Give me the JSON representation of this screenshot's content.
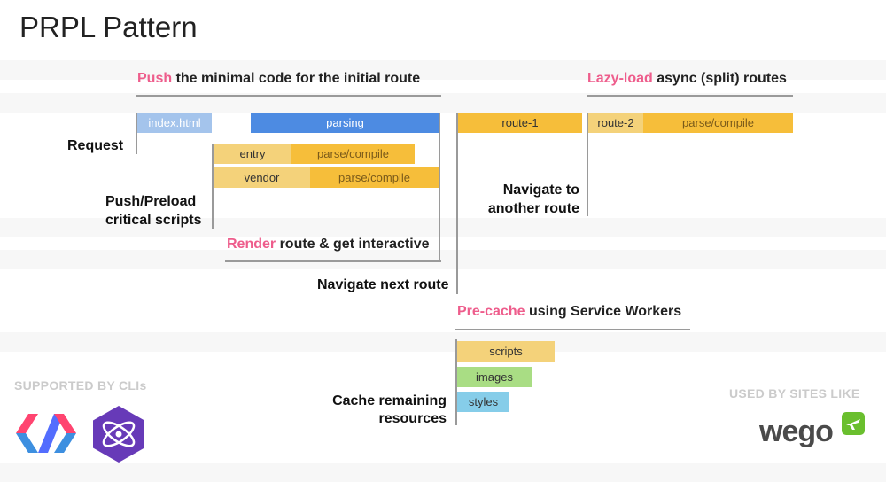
{
  "title": "PRPL Pattern",
  "headings": {
    "push": {
      "accent": "Push",
      "rest": " the minimal code for the initial route"
    },
    "lazy": {
      "accent": "Lazy-load",
      "rest": " async (split) routes"
    },
    "render": {
      "accent": "Render",
      "rest": " route & get interactive"
    },
    "precache": {
      "accent": "Pre-cache",
      "rest": " using Service Workers"
    }
  },
  "labels": {
    "request": "Request",
    "push_preload_1": "Push/Preload",
    "push_preload_2": "critical scripts",
    "navigate_next": "Navigate next route",
    "navigate_another_1": "Navigate to",
    "navigate_another_2": "another route",
    "cache_remaining_1": "Cache remaining",
    "cache_remaining_2": "resources"
  },
  "segments": {
    "index_html": "index.html",
    "parsing": "parsing",
    "entry": "entry",
    "entry_parse": "parse/compile",
    "vendor": "vendor",
    "vendor_parse": "parse/compile",
    "route1": "route-1",
    "route2": "route-2",
    "route2_parse": "parse/compile",
    "scripts": "scripts",
    "images": "images",
    "styles": "styles"
  },
  "colors": {
    "accent": "#ee5d8c",
    "blue": "#4d8be2",
    "blue_light": "#a4c4ec",
    "yellow": "#f6be3a",
    "yellow_light": "#f4d27a",
    "green": "#a9dd84",
    "cyan": "#86cde9"
  },
  "footer": {
    "supported_by": "SUPPORTED BY CLIs",
    "used_by": "USED BY SITES LIKE",
    "wego": "wego"
  },
  "icons": [
    "polymer-logo-icon",
    "preact-logo-icon",
    "wego-plane-icon"
  ]
}
